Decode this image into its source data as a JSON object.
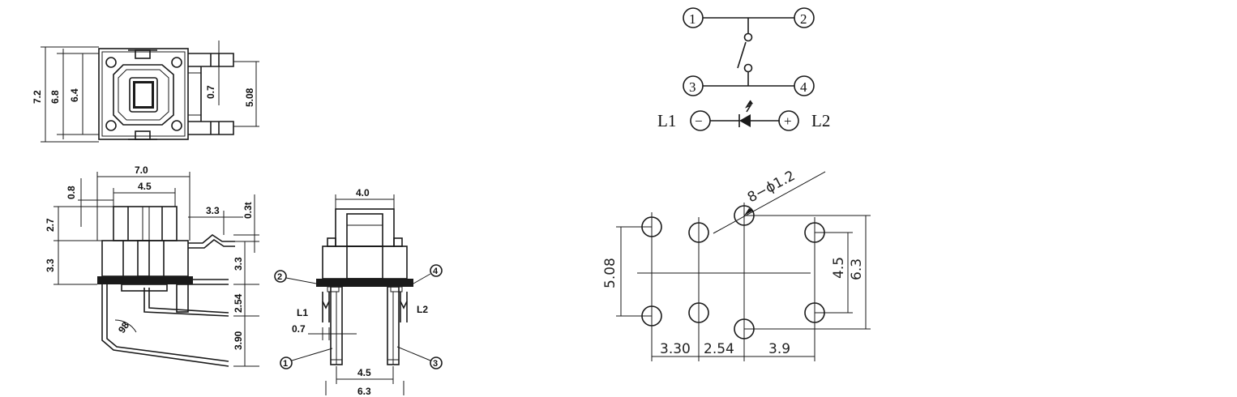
{
  "top_view": {
    "dims": {
      "d72": "7.2",
      "d68": "6.8",
      "d64": "6.4",
      "d07": "0.7",
      "d508": "5.08"
    }
  },
  "side_view": {
    "dims": {
      "d70": "7.0",
      "d45": "4.5",
      "d08": "0.8",
      "d27": "2.7",
      "d33a": "3.3",
      "d33b": "3.3",
      "d03t": "0.3t",
      "d33c": "3.3",
      "d254": "2.54",
      "d390": "3.90",
      "angle": "98"
    }
  },
  "front_view": {
    "dims": {
      "d40": "4.0",
      "d07": "0.7",
      "d45": "4.5",
      "d63": "6.3"
    },
    "pin_labels": {
      "p1": "1",
      "p2": "2",
      "p3": "3",
      "p4": "4",
      "l1": "L1",
      "l2": "L2"
    }
  },
  "schematic": {
    "pins": {
      "p1": "1",
      "p2": "2",
      "p3": "3",
      "p4": "4"
    },
    "led_labels": {
      "l1": "L1",
      "l2": "L2",
      "minus": "−",
      "plus": "+"
    }
  },
  "pcb_layout": {
    "hole_spec": "8−ϕ1.2",
    "dims": {
      "h508": "5.08",
      "v45": "4.5",
      "v63": "6.3",
      "x330": "3.30",
      "x254": "2.54",
      "x39": "3.9"
    }
  }
}
